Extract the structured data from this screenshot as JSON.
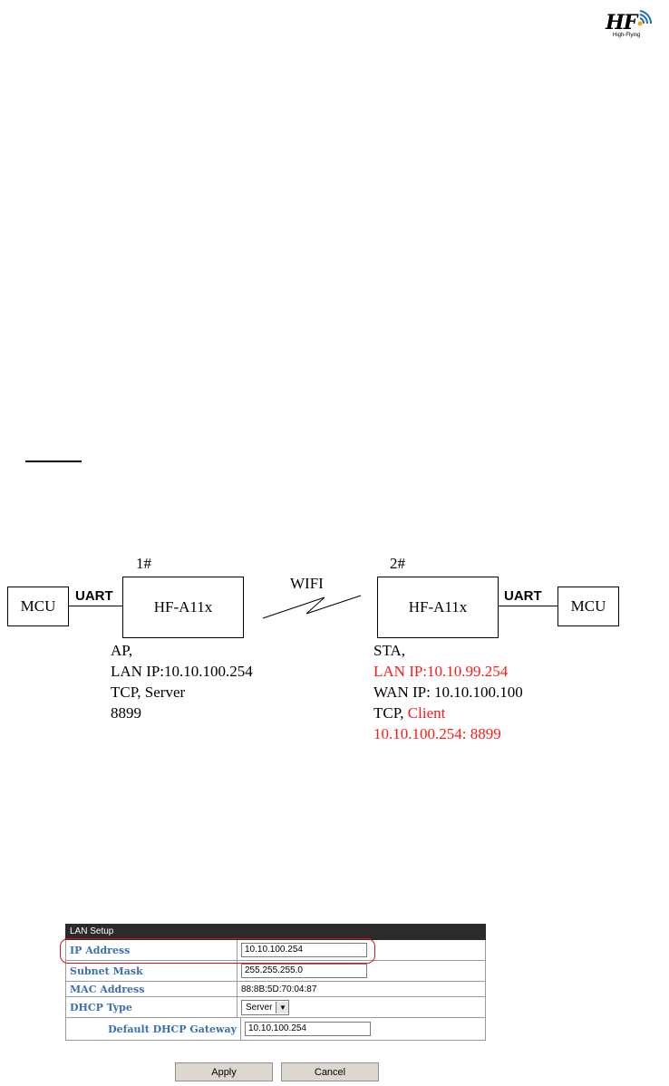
{
  "logo": {
    "mark": "HF",
    "subtitle": "High-Flying"
  },
  "diagram": {
    "node1": {
      "number": "1#",
      "module": "HF-A11x",
      "mcu": "MCU",
      "uart": "UART",
      "lines": [
        "AP,",
        "LAN IP:10.10.100.254",
        "TCP, Server",
        "8899"
      ]
    },
    "link": "WIFI",
    "node2": {
      "number": "2#",
      "module": "HF-A11x",
      "mcu": "MCU",
      "uart": "UART",
      "line1": "STA,",
      "line2": "LAN IP:10.10.99.254",
      "line3": "WAN IP: 10.10.100.100",
      "line4_prefix": "TCP, ",
      "line4_red": "Client",
      "line5": "10.10.100.254: 8899"
    }
  },
  "lan_setup": {
    "title": "LAN Setup",
    "ip_label": "IP Address",
    "ip_value": "10.10.100.254",
    "mask_label": "Subnet Mask",
    "mask_value": "255.255.255.0",
    "mac_label": "MAC Address",
    "mac_value": "88:8B:5D:70:04:87",
    "dhcp_label": "DHCP Type",
    "dhcp_value": "Server",
    "gateway_label": "Default DHCP Gateway",
    "gateway_value": "10.10.100.254",
    "apply": "Apply",
    "cancel": "Cancel"
  },
  "colors": {
    "red": "#ff1a1a",
    "label_blue": "#3b6fb4",
    "highlight": "#d0171d"
  }
}
